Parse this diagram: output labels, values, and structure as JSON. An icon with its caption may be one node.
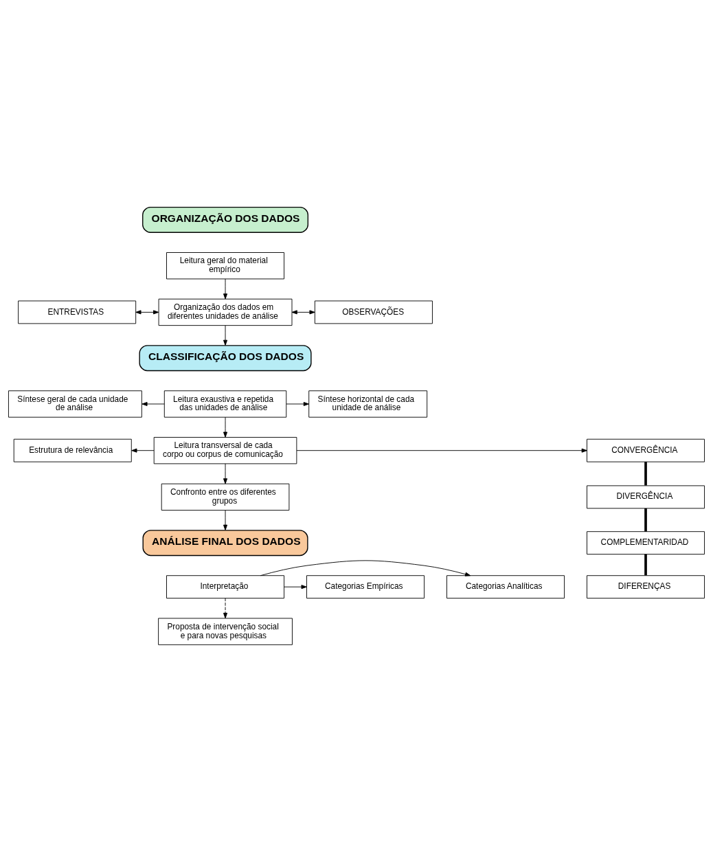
{
  "diagram": {
    "nodes": [
      {
        "text": [
          "ORGANIZAÇÃO DOS DADOS"
        ]
      },
      {
        "text": [
          "Leitura geral do material empírico"
        ]
      },
      {
        "text": [
          "ENTREVISTAS"
        ]
      },
      {
        "text": [
          "Organização dos dados em diferentes unidades de análise"
        ]
      },
      {
        "text": [
          "OBSERVAÇÕES"
        ]
      },
      {
        "text": [
          "CLASSIFICAÇÃO DOS DADOS"
        ]
      },
      {
        "text": [
          "Síntese geral de cada unidade de análise"
        ]
      },
      {
        "text": [
          "Leitura exaustiva e repetida das unidades de análise"
        ]
      },
      {
        "text": [
          "Síntese horizontal de cada unidade de análise"
        ]
      },
      {
        "text": [
          "Estrutura de relevância"
        ]
      },
      {
        "text": [
          "Leitura transversal de cada corpo ou corpus de comunicação"
        ]
      },
      {
        "text": [
          "CONVERGÊNCIA"
        ]
      },
      {
        "text": [
          "DIVERGÊNCIA"
        ]
      },
      {
        "text": [
          "Confronto entre os diferentes grupos"
        ]
      },
      {
        "text": [
          "COMPLEMENTARIDAD"
        ]
      },
      {
        "text": [
          "DIFERENÇAS"
        ]
      },
      {
        "text": [
          "ANÁLISE FINAL DOS DADOS"
        ]
      },
      {
        "text": [
          "Categorias Empíricas"
        ]
      },
      {
        "text": [
          "Interpretação"
        ]
      },
      {
        "text": [
          "Categorias Analíticas"
        ]
      },
      {
        "text": [
          "Proposta de intervenção social e para novas pesquisas"
        ]
      }
    ],
    "edges": [
      {
        "from": 1,
        "to": 3,
        "arrow": "to"
      },
      {
        "from": 3,
        "to": 2,
        "arrow": "both"
      },
      {
        "from": 3,
        "to": 4,
        "arrow": "both"
      },
      {
        "from": 3,
        "to": 5,
        "arrow": "to"
      },
      {
        "from": 7,
        "to": 6,
        "arrow": "to"
      },
      {
        "from": 7,
        "to": 8,
        "arrow": "to"
      },
      {
        "from": 7,
        "to": 10,
        "arrow": "to"
      },
      {
        "from": 10,
        "to": 9,
        "arrow": "to"
      },
      {
        "from": 10,
        "to": 11,
        "arrow": "to"
      },
      {
        "from": 10,
        "to": 13,
        "arrow": "to"
      },
      {
        "from": 11,
        "to": 12,
        "arrow": "none",
        "style": "thick"
      },
      {
        "from": 12,
        "to": 14,
        "arrow": "none",
        "style": "thick"
      },
      {
        "from": 14,
        "to": 15,
        "arrow": "none",
        "style": "thick"
      },
      {
        "from": 13,
        "to": 16,
        "arrow": "to"
      },
      {
        "from": 18,
        "to": 17,
        "arrow": "to"
      },
      {
        "from": 18,
        "to": 19,
        "arrow": "to"
      },
      {
        "from": 18,
        "to": 20,
        "arrow": "to",
        "style": "dashed"
      }
    ]
  }
}
